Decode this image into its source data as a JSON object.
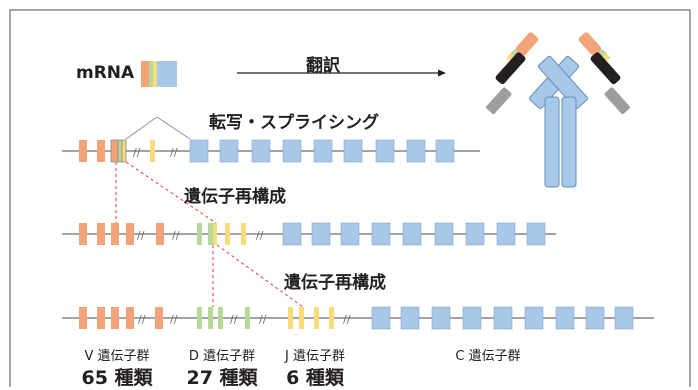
{
  "labels": {
    "mrna": "mRNA",
    "translation": "翻訳",
    "transcription_splicing": "転写・スプライシング",
    "recombination_1": "遺伝子再構成",
    "recombination_2": "遺伝子再構成"
  },
  "gene_groups": [
    {
      "name": "V 遺伝子群",
      "count": "65 種類"
    },
    {
      "name": "D 遺伝子群",
      "count": "27 種類"
    },
    {
      "name": "J 遺伝子群",
      "count": "6 種類"
    },
    {
      "name": "C 遺伝子群",
      "count": ""
    }
  ],
  "colors": {
    "v_segment": "#f2a377",
    "d_segment": "#b8d89a",
    "j_segment": "#f6dc7a",
    "c_segment": "#a8c8ea",
    "antibody_heavy": "#a8c8ea",
    "antibody_dark": "#231f20",
    "antibody_gray": "#9d9d9d",
    "dna_line": "#6d6e71",
    "dashed_link": "#e8393a",
    "frame": "#666666"
  }
}
